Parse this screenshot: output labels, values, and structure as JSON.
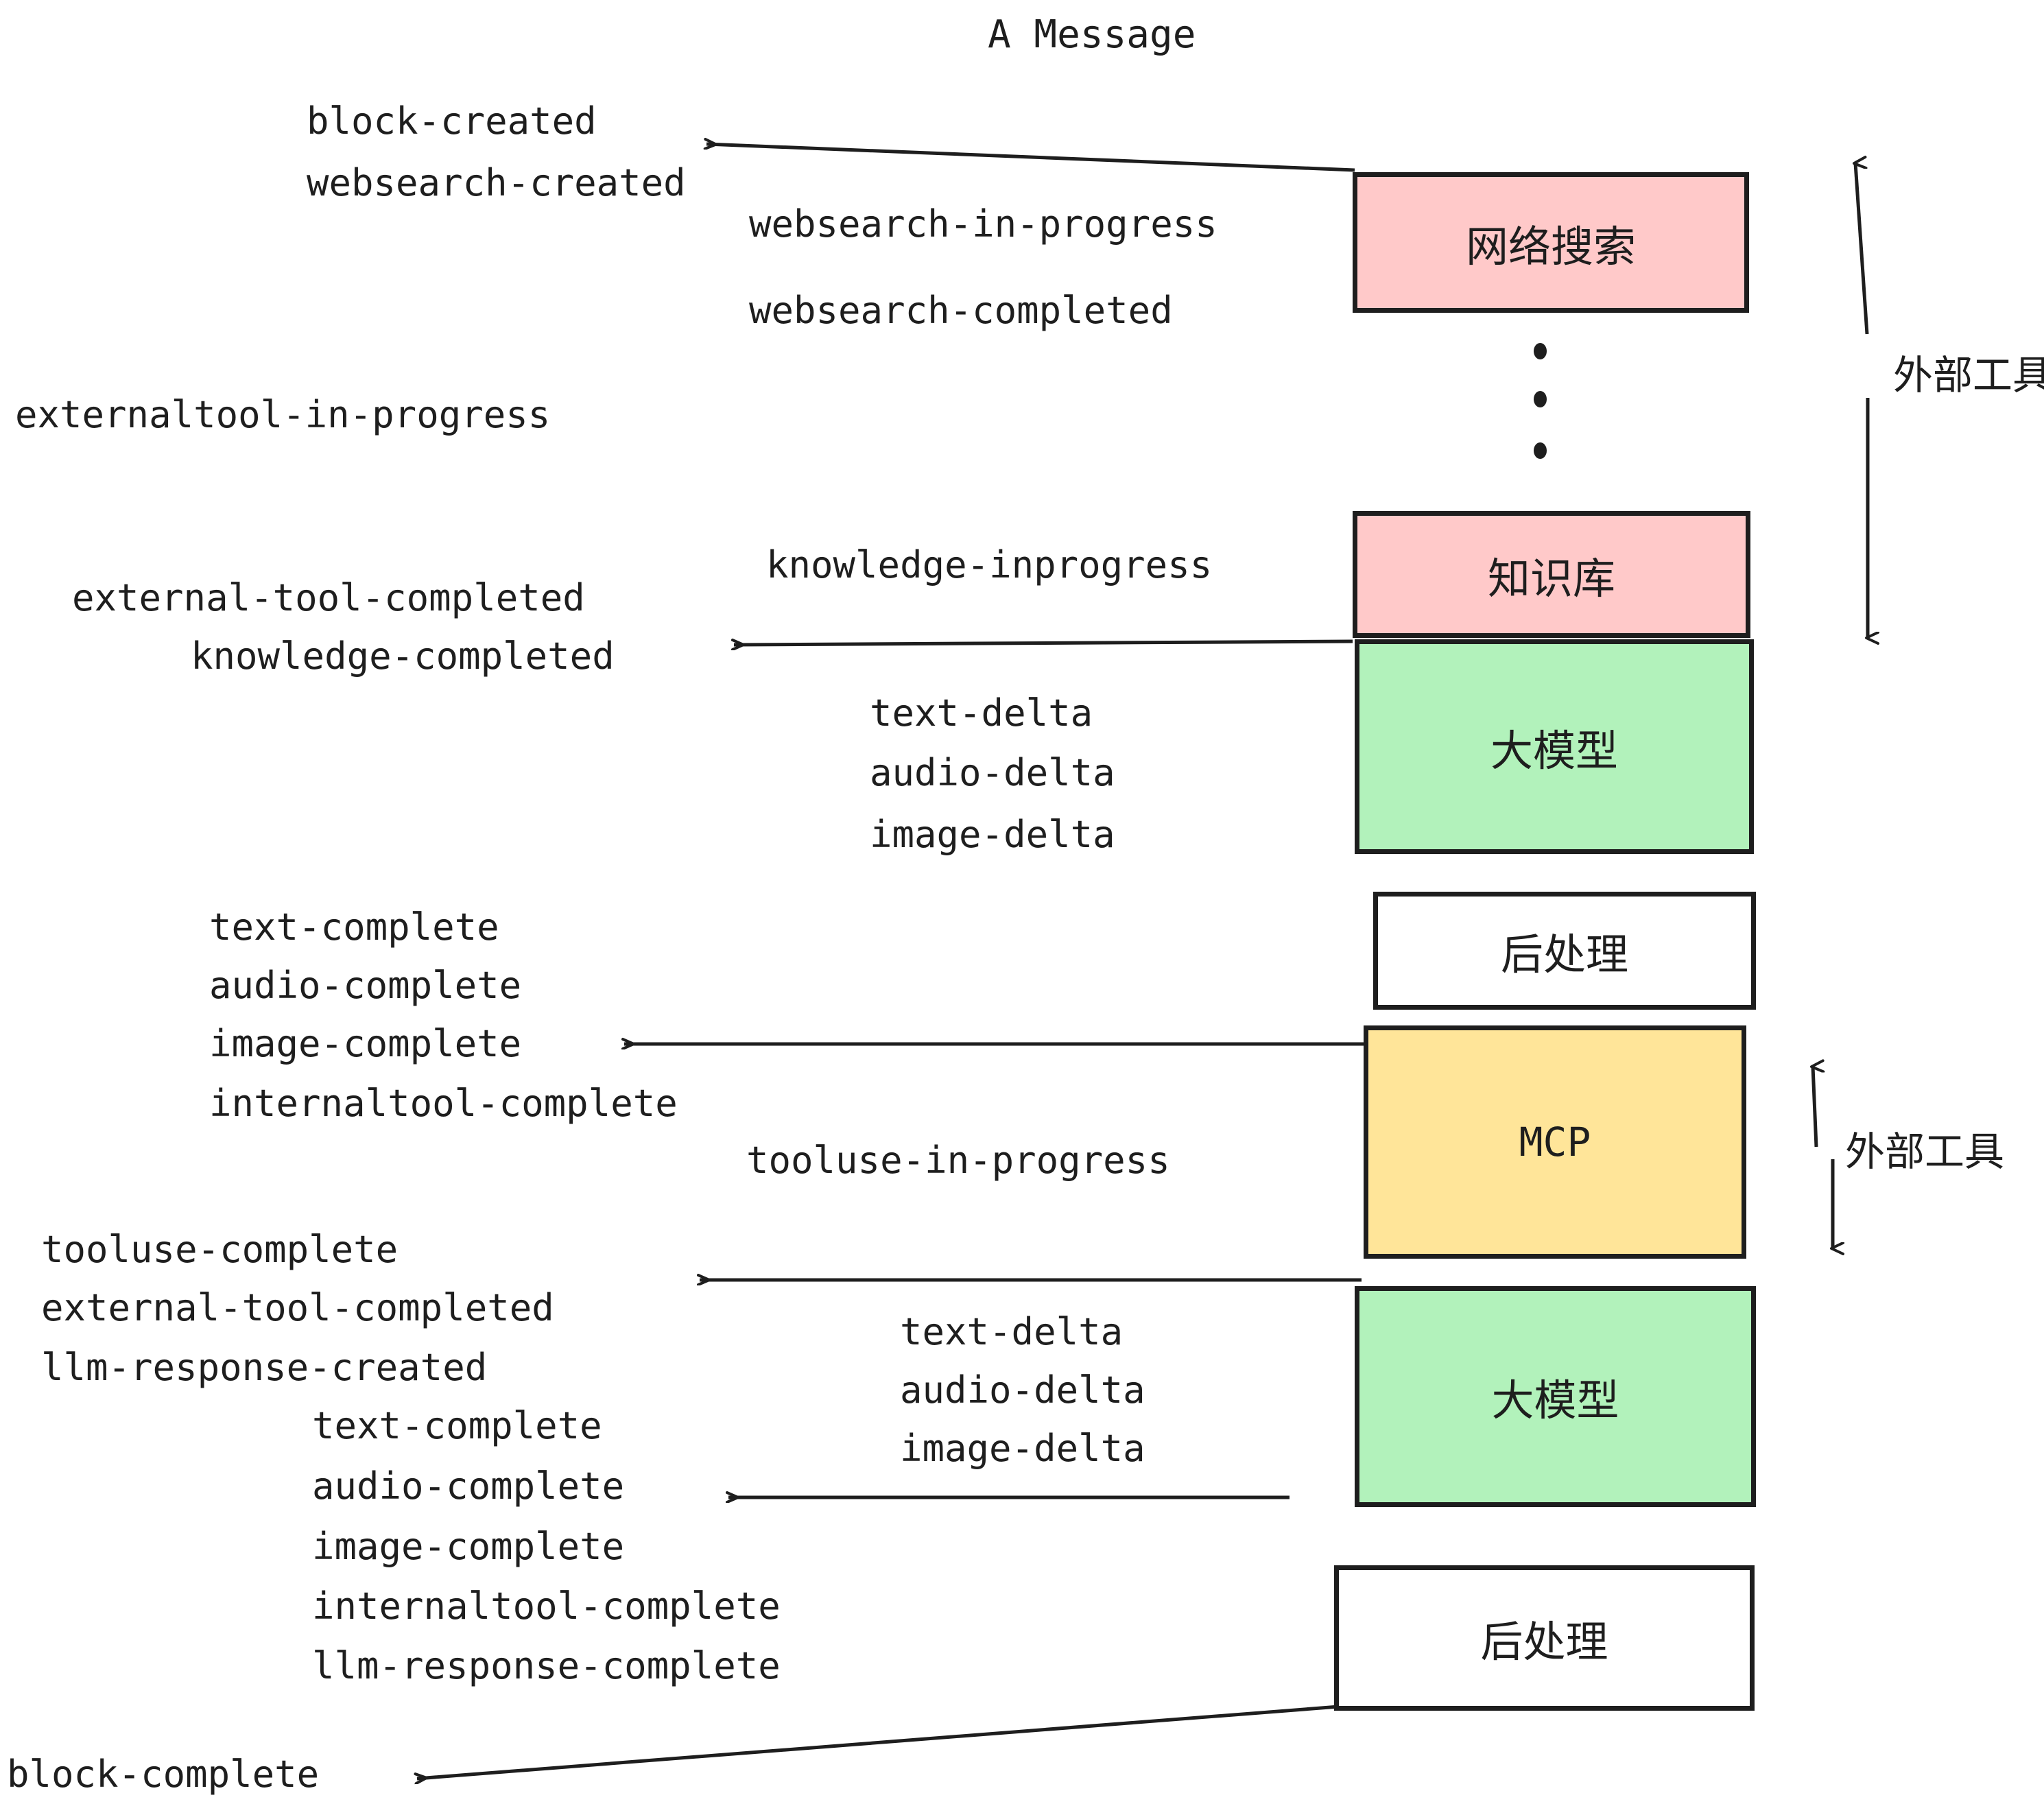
{
  "title": "A Message",
  "colors": {
    "pink": "#FFC9C9",
    "green": "#B2F2BB",
    "yellow": "#FFE599",
    "white": "#FFFFFF",
    "stroke": "#1E1E1E",
    "text": "#1E1E1E"
  },
  "boxes": [
    {
      "id": "websearch",
      "label": "网络搜索",
      "fill": "#FFC9C9"
    },
    {
      "id": "knowledge",
      "label": "知识库",
      "fill": "#FFC9C9"
    },
    {
      "id": "llm-1",
      "label": "大模型",
      "fill": "#B2F2BB"
    },
    {
      "id": "postprocess-1",
      "label": "后处理",
      "fill": "#FFFFFF"
    },
    {
      "id": "mcp",
      "label": "MCP",
      "fill": "#FFE599"
    },
    {
      "id": "llm-2",
      "label": "大模型",
      "fill": "#B2F2BB"
    },
    {
      "id": "postprocess-2",
      "label": "后处理",
      "fill": "#FFFFFF"
    }
  ],
  "side_labels": [
    {
      "id": "external-tools-top",
      "text": "外部工具"
    },
    {
      "id": "external-tools-bottom",
      "text": "外部工具"
    }
  ],
  "events": {
    "block_created": "block-created",
    "websearch_created": "websearch-created",
    "websearch_in_progress": "websearch-in-progress",
    "websearch_completed": "websearch-completed",
    "externaltool_in_progress": "externaltool-in-progress",
    "knowledge_inprogress": "knowledge-inprogress",
    "external_tool_completed_1": "external-tool-completed",
    "knowledge_completed": "knowledge-completed",
    "text_delta_1": "text-delta",
    "audio_delta_1": "audio-delta",
    "image_delta_1": "image-delta",
    "text_complete_1": "text-complete",
    "audio_complete_1": "audio-complete",
    "image_complete_1": "image-complete",
    "internaltool_complete_1": "internaltool-complete",
    "tooluse_in_progress": "tooluse-in-progress",
    "tooluse_complete": "tooluse-complete",
    "external_tool_completed_2": "external-tool-completed",
    "llm_response_created": "llm-response-created",
    "text_delta_2": "text-delta",
    "audio_delta_2": "audio-delta",
    "image_delta_2": "image-delta",
    "text_complete_2": "text-complete",
    "audio_complete_2": "audio-complete",
    "image_complete_2": "image-complete",
    "internaltool_complete_2": "internaltool-complete",
    "llm_response_complete": "llm-response-complete",
    "block_complete": "block-complete"
  },
  "ellipsis": {
    "id": "vertical-ellipsis",
    "dots": 3
  }
}
